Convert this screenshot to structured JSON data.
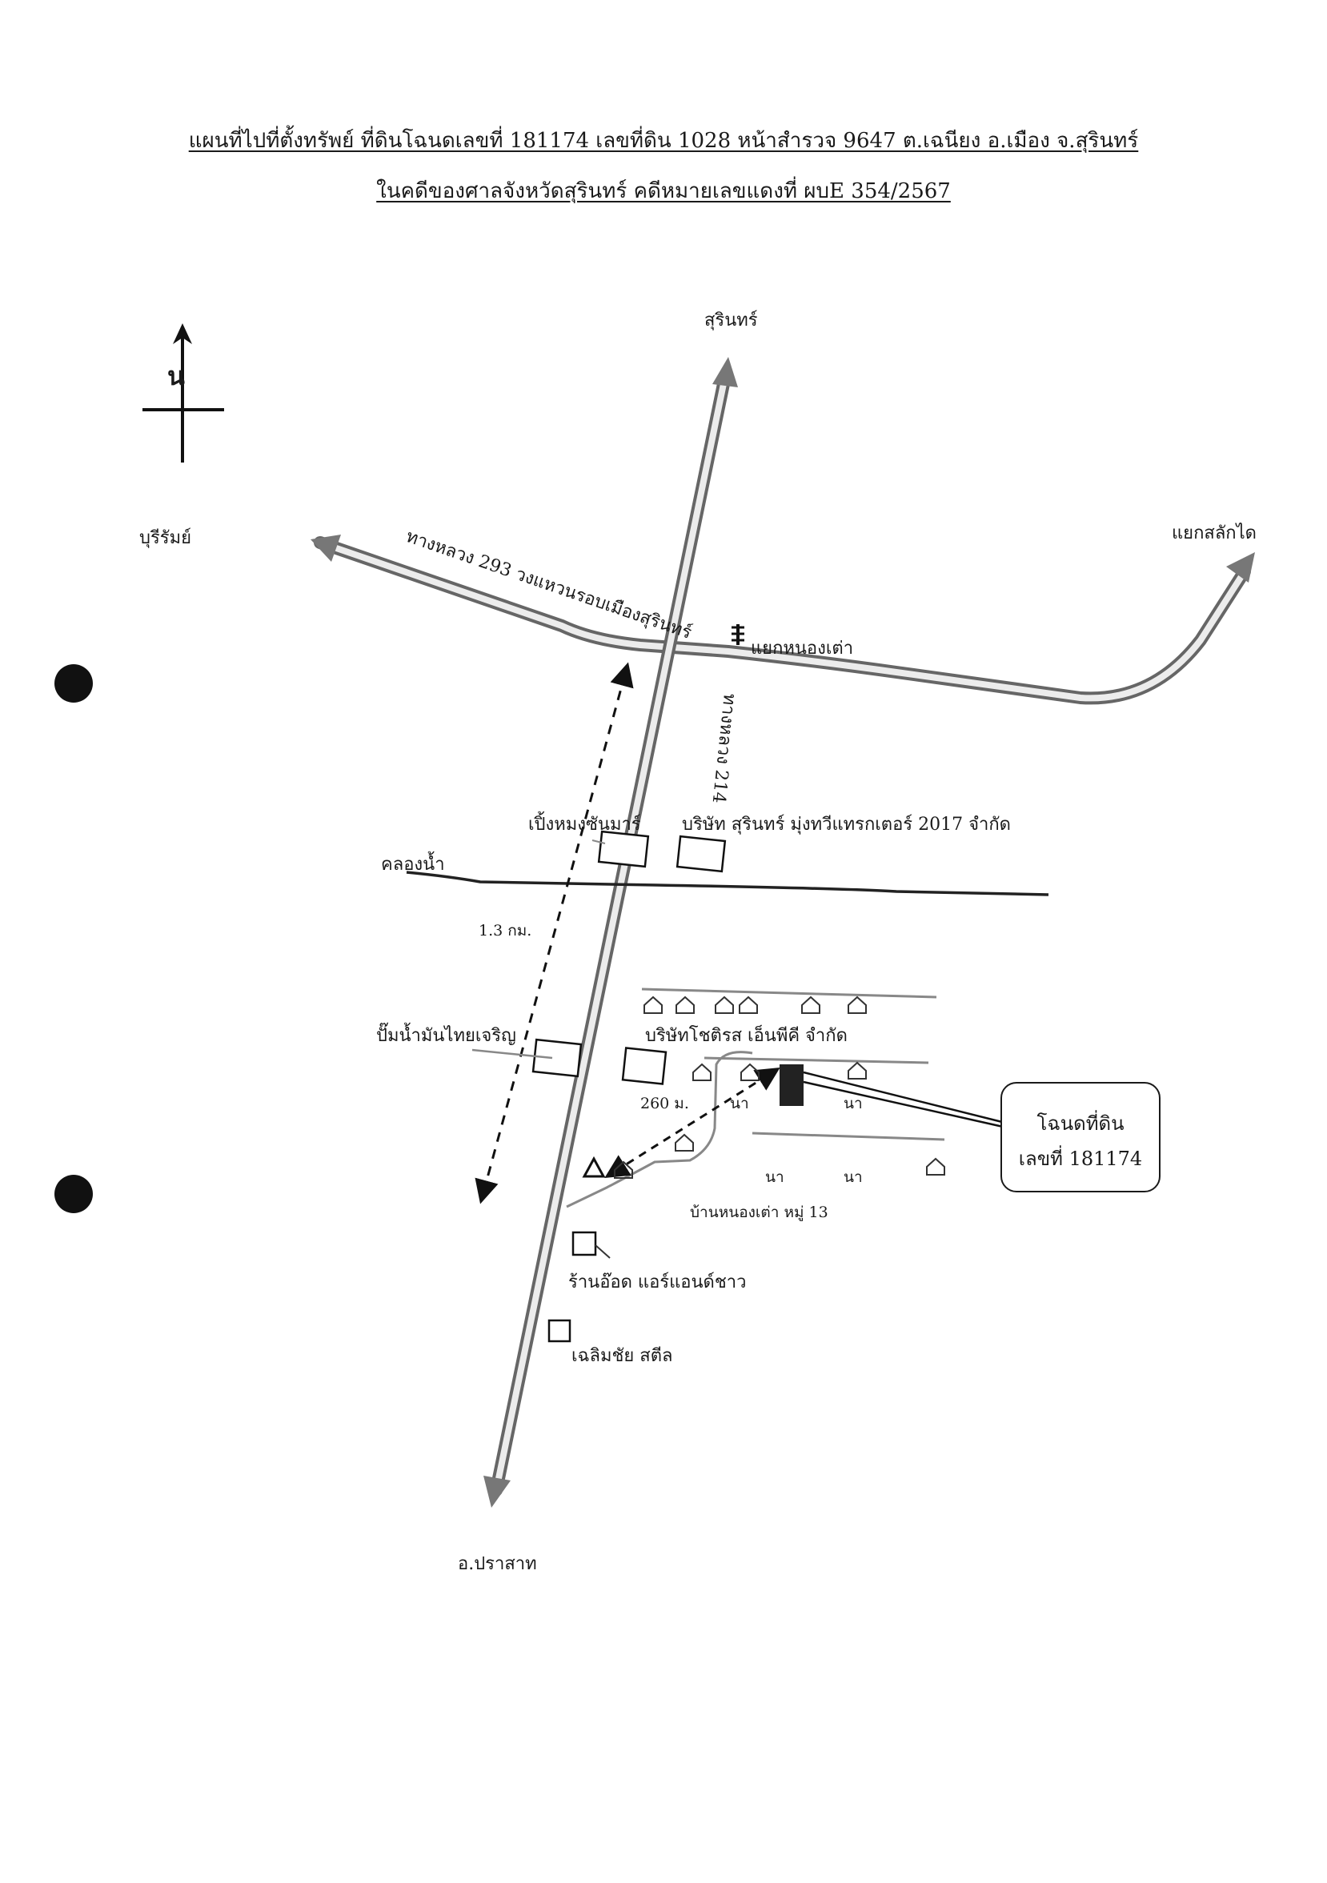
{
  "title": {
    "line1": "แผนที่ไปที่ตั้งทรัพย์ ที่ดินโฉนดเลขที่ 181174 เลขที่ดิน 1028 หน้าสำรวจ 9647 ต.เฉนียง อ.เมือง จ.สุรินทร์",
    "line2": "ในคดีของศาลจังหวัดสุรินทร์ คดีหมายเลขแดงที่ ผบE 354/2567"
  },
  "north_label": "น",
  "directions": {
    "north": "สุรินทร์",
    "west": "บุรีรัมย์",
    "east": "แยกสลักได",
    "south": "อ.ปราสาท"
  },
  "roads": {
    "ring_road": "ทางหลวง 293 วงแหวนรอบเมืองสุรินทร์",
    "highway_214": "ทางหลวง 214"
  },
  "places": {
    "junction": "แยกหนองเต่า",
    "grill": "เปิ้งหมงซันมาร์",
    "tractor_company": "บริษัท สุรินทร์ มุ่งทวีแทรกเตอร์ 2017 จำกัด",
    "canal": "คลองน้ำ",
    "gas_station": "ปั๊มน้ำมันไทยเจริญ",
    "chotiros_company": "บริษัทโชติรส เอ็นพีคี จำกัด",
    "village": "บ้านหนองเต่า หมู่ 13",
    "air_shop": "ร้านอ๊อด แอร์แอนด์ชาว",
    "steel_shop": "เฉลิมชัย สตีล"
  },
  "fields": [
    "นา",
    "นา",
    "นา",
    "นา"
  ],
  "distances": {
    "long": "1.3 กม.",
    "short": "260 ม."
  },
  "callout": {
    "line1": "โฉนดที่ดิน",
    "line2": "เลขที่ 181174"
  },
  "colors": {
    "road_fill": "#ececec",
    "road_edge": "#666666",
    "ink": "#1a1a1a"
  },
  "icons": [
    "north-arrow-icon",
    "traffic-light-icon",
    "house-icon",
    "triangle-marker-icon",
    "land-parcel-icon"
  ]
}
